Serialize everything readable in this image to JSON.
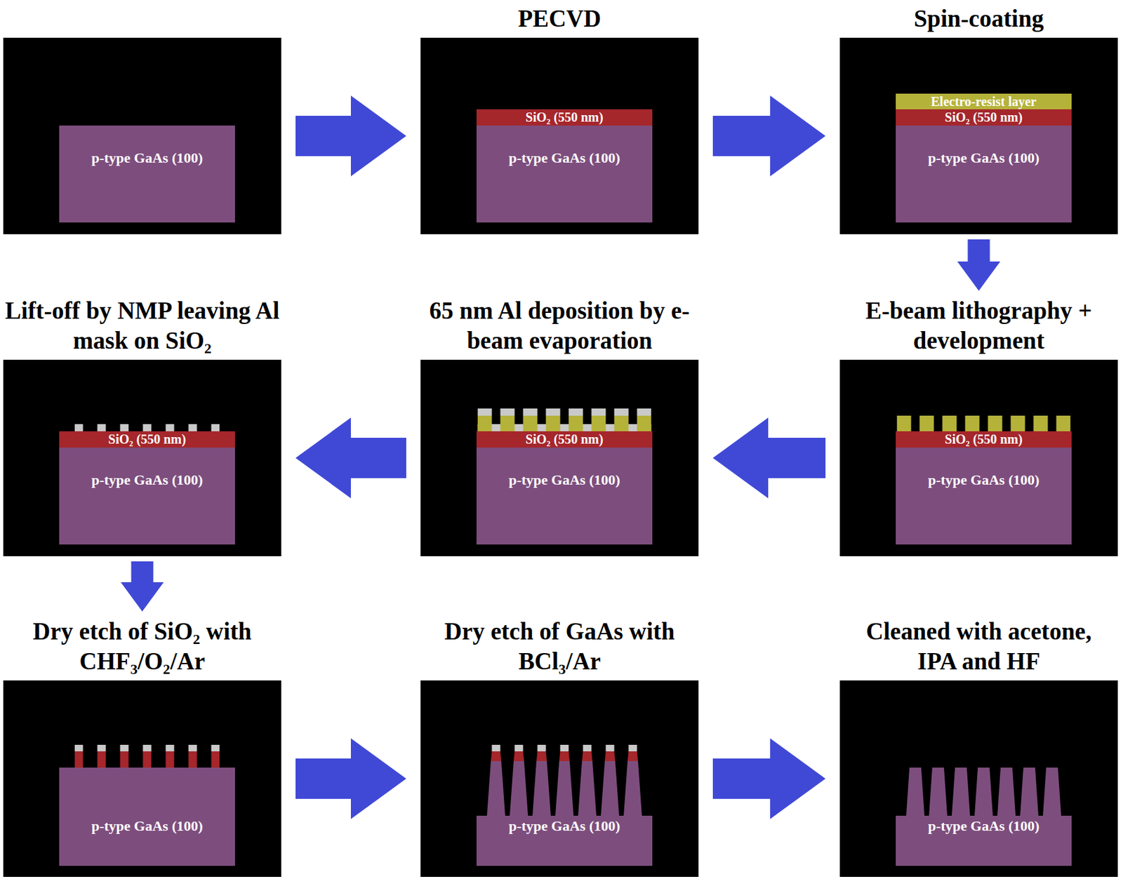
{
  "diagram": {
    "nodes": [
      {
        "text": []
      },
      {
        "text": [
          "p-type GaAs (100)"
        ],
        "in": 0
      },
      {
        "text": [
          "PECVD"
        ]
      },
      {
        "text": [
          "SiO₂ (550 nm)"
        ],
        "in": 2
      },
      {
        "text": [
          "p-type GaAs (100)"
        ],
        "in": 2
      },
      {
        "text": [
          "Spin-coating"
        ]
      },
      {
        "text": [
          "Electro-resist layer"
        ],
        "in": 5
      },
      {
        "text": [
          "SiO₂ (550 nm)"
        ],
        "in": 5
      },
      {
        "text": [
          "p-type GaAs (100)"
        ],
        "in": 5
      },
      {
        "text": [
          "E-beam lithography + development"
        ]
      },
      {
        "text": [
          "SiO₂ (550 nm)"
        ],
        "in": 9
      },
      {
        "text": [
          "p-type GaAs (100)"
        ],
        "in": 9
      },
      {
        "text": [
          "65 nm Al deposition by e-beam evaporation"
        ]
      },
      {
        "text": [
          "SiO₂ (550 nm)"
        ],
        "in": 12
      },
      {
        "text": [
          "p-type GaAs (100)"
        ],
        "in": 12
      },
      {
        "text": [
          "Lift-off by NMP leaving Al mask on SiO₂"
        ]
      },
      {
        "text": [
          "SiO₂ (550 nm)"
        ],
        "in": 15
      },
      {
        "text": [
          "p-type GaAs (100)"
        ],
        "in": 15
      },
      {
        "text": [
          "Dry etch of SiO₂ with CHF₃/O₂/Ar"
        ]
      },
      {
        "text": [
          "p-type GaAs (100)"
        ],
        "in": 18
      },
      {
        "text": [
          "Dry etch of GaAs with BCl₃/Ar"
        ]
      },
      {
        "text": [
          "p-type GaAs (100)"
        ],
        "in": 20
      },
      {
        "text": [
          "Cleaned with acetone, IPA and HF"
        ]
      },
      {
        "text": [
          "p-type GaAs (100)"
        ],
        "in": 22
      }
    ],
    "edges": [
      {
        "from": 0,
        "to": 2,
        "arrow": "to"
      },
      {
        "from": 2,
        "to": 5,
        "arrow": "to"
      },
      {
        "from": 5,
        "to": 9,
        "arrow": "to"
      },
      {
        "from": 9,
        "to": 12,
        "arrow": "to"
      },
      {
        "from": 12,
        "to": 15,
        "arrow": "to"
      },
      {
        "from": 15,
        "to": 18,
        "arrow": "to"
      },
      {
        "from": 18,
        "to": 20,
        "arrow": "to"
      },
      {
        "from": 20,
        "to": 22,
        "arrow": "to"
      }
    ]
  }
}
